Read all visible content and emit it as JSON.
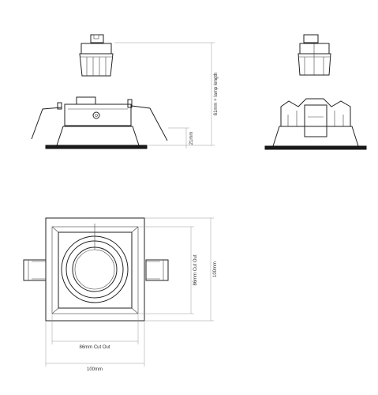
{
  "dimensions": {
    "side_height": "61mm + lamp length",
    "flange_height": "21mm",
    "right_cutout": "86mm Cut Out",
    "right_total": "100mm",
    "bottom_cutout": "86mm Cut Out",
    "bottom_total": "100mm"
  }
}
